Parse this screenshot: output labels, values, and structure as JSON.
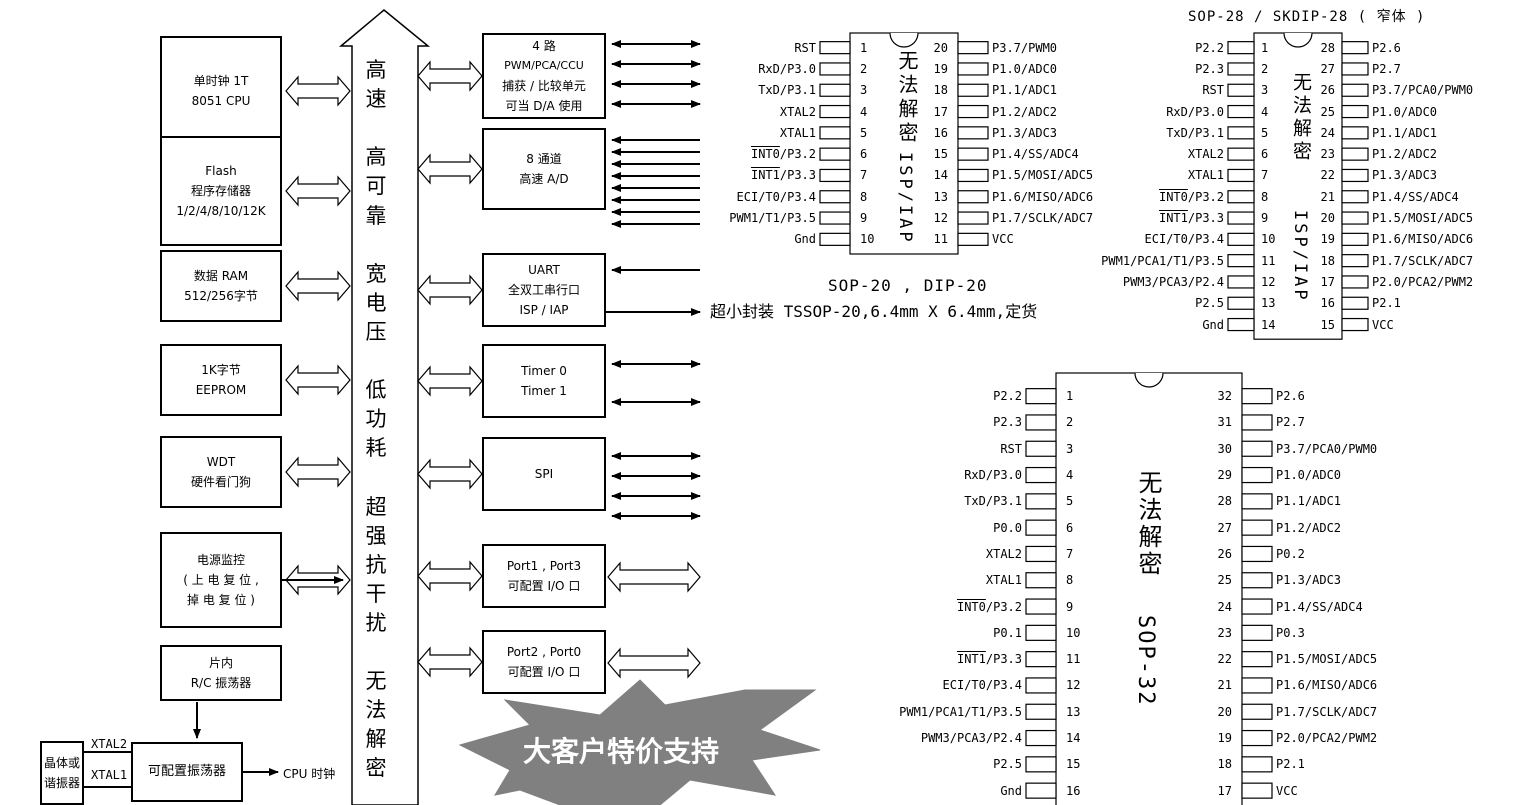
{
  "blocks_left": [
    {
      "lines": [
        "单时钟 1T",
        "8051  CPU"
      ]
    },
    {
      "lines": [
        "Flash",
        "程序存储器",
        "1/2/4/8/10/12K"
      ]
    },
    {
      "lines": [
        "数据 RAM",
        "512/256字节"
      ]
    },
    {
      "lines": [
        "1K字节",
        "EEPROM"
      ]
    },
    {
      "lines": [
        "WDT",
        "硬件看门狗"
      ]
    },
    {
      "lines": [
        "电源监控",
        "( 上 电 复 位 ,",
        "掉 电 复 位 )"
      ]
    },
    {
      "lines": [
        "片内",
        "R/C 振荡器"
      ]
    }
  ],
  "crystal": {
    "label1": "晶体或",
    "label2": "谐振器",
    "xtal2": "XTAL2",
    "xtal1": "XTAL1"
  },
  "oscillator": {
    "label": "可配置振荡器",
    "out_label": "CPU 时钟"
  },
  "bus_text": [
    "高",
    "速",
    "",
    "高",
    "可",
    "靠",
    "",
    "宽",
    "电",
    "压",
    "",
    "低",
    "功",
    "耗",
    "",
    "超",
    "强",
    "抗",
    "干",
    "扰",
    "",
    "无",
    "法",
    "解",
    "密"
  ],
  "blocks_right": [
    {
      "lines": [
        "4 路",
        "PWM/PCA/CCU",
        "捕获 / 比较单元",
        "可当 D/A 使用"
      ]
    },
    {
      "lines": [
        "8 通道",
        "高速 A/D"
      ]
    },
    {
      "lines": [
        "UART",
        "全双工串行口",
        "ISP / IAP"
      ]
    },
    {
      "lines": [
        "Timer 0",
        "Timer 1"
      ]
    },
    {
      "lines": [
        "SPI"
      ]
    },
    {
      "lines": [
        "Port1 , Port3",
        "可配置 I/O 口"
      ]
    },
    {
      "lines": [
        "Port2 , Port0",
        "可配置 I/O 口"
      ]
    }
  ],
  "starburst": "大客户特价支持",
  "chip20": {
    "left": [
      "RST",
      "RxD/P3.0",
      "TxD/P3.1",
      "XTAL2",
      "XTAL1",
      "INT0/P3.2",
      "INT1/P3.3",
      "ECI/T0/P3.4",
      "PWM1/T1/P3.5",
      "Gnd"
    ],
    "right": [
      "VCC",
      "P1.7/SCLK/ADC7",
      "P1.6/MISO/ADC6",
      "P1.5/MOSI/ADC5",
      "P1.4/SS/ADC4",
      "P1.3/ADC3",
      "P1.2/ADC2",
      "P1.1/ADC1",
      "P1.0/ADC0",
      "P3.7/PWM0"
    ],
    "body_text": "无法解密",
    "body_text2": "ISP/IAP",
    "title": "SOP-20 , DIP-20",
    "subtitle": "超小封装 TSSOP-20,6.4mm  X  6.4mm,定货"
  },
  "chip28": {
    "title": "SOP-28  /  SKDIP-28 ( 窄体 )",
    "left": [
      "P2.2",
      "P2.3",
      "RST",
      "RxD/P3.0",
      "TxD/P3.1",
      "XTAL2",
      "XTAL1",
      "INT0/P3.2",
      "INT1/P3.3",
      "ECI/T0/P3.4",
      "PWM1/PCA1/T1/P3.5",
      "PWM3/PCA3/P2.4",
      "P2.5",
      "Gnd"
    ],
    "right": [
      "VCC",
      "P2.1",
      "P2.0/PCA2/PWM2",
      "P1.7/SCLK/ADC7",
      "P1.6/MISO/ADC6",
      "P1.5/MOSI/ADC5",
      "P1.4/SS/ADC4",
      "P1.3/ADC3",
      "P1.2/ADC2",
      "P1.1/ADC1",
      "P1.0/ADC0",
      "P3.7/PCA0/PWM0",
      "P2.7",
      "P2.6"
    ],
    "body_text": "无法解密",
    "body_text2": "ISP/IAP"
  },
  "chip32": {
    "left": [
      "P2.2",
      "P2.3",
      "RST",
      "RxD/P3.0",
      "TxD/P3.1",
      "P0.0",
      "XTAL2",
      "XTAL1",
      "INT0/P3.2",
      "P0.1",
      "INT1/P3.3",
      "ECI/T0/P3.4",
      "PWM1/PCA1/T1/P3.5",
      "PWM3/PCA3/P2.4",
      "P2.5",
      "Gnd"
    ],
    "right": [
      "VCC",
      "P2.1",
      "P2.0/PCA2/PWM2",
      "P1.7/SCLK/ADC7",
      "P1.6/MISO/ADC6",
      "P1.5/MOSI/ADC5",
      "P0.3",
      "P1.4/SS/ADC4",
      "P1.3/ADC3",
      "P0.2",
      "P1.2/ADC2",
      "P1.1/ADC1",
      "P1.0/ADC0",
      "P3.7/PCA0/PWM0",
      "P2.7",
      "P2.6"
    ],
    "body_text": "无法解密",
    "body_text2": "SOP-32"
  }
}
